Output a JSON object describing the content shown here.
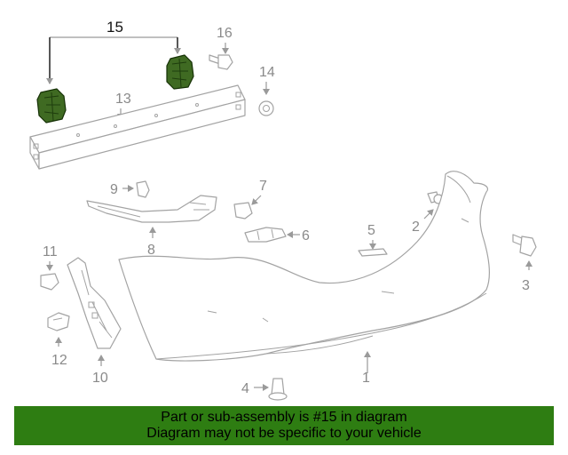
{
  "diagram": {
    "callouts": {
      "c1": "1",
      "c2": "2",
      "c3": "3",
      "c4": "4",
      "c5": "5",
      "c6": "6",
      "c7": "7",
      "c8": "8",
      "c9": "9",
      "c10": "10",
      "c11": "11",
      "c12": "12",
      "c13": "13",
      "c14": "14",
      "c15": "15",
      "c16": "16"
    },
    "highlight_color": "#3f6a22"
  },
  "banner": {
    "line1": "Part or sub-assembly is #15 in diagram",
    "line2": "Diagram may not be specific to your vehicle",
    "background": "#2e7d12"
  }
}
